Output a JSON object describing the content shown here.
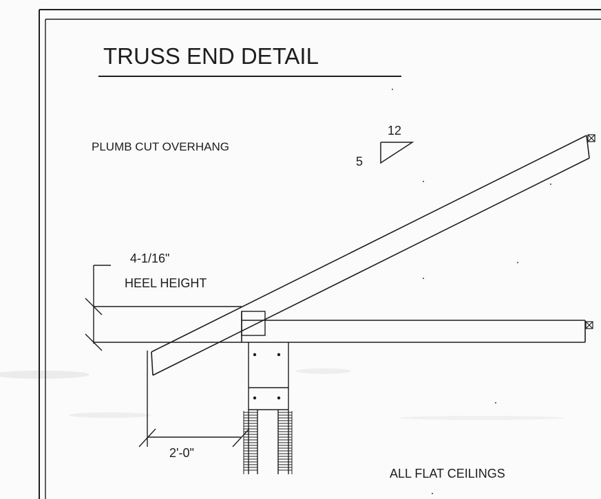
{
  "drawing": {
    "title": "TRUSS END DETAIL",
    "overhang_type": "PLUMB CUT OVERHANG",
    "pitch_run": "12",
    "pitch_rise": "5",
    "heel_dimension": "4-1/16\"",
    "heel_label": "HEEL HEIGHT",
    "overhang_length": "2'-0\"",
    "ceiling_note": "ALL FLAT CEILINGS"
  },
  "colors": {
    "ink": "#1d1d1d",
    "paper": "#fbfbfb"
  }
}
